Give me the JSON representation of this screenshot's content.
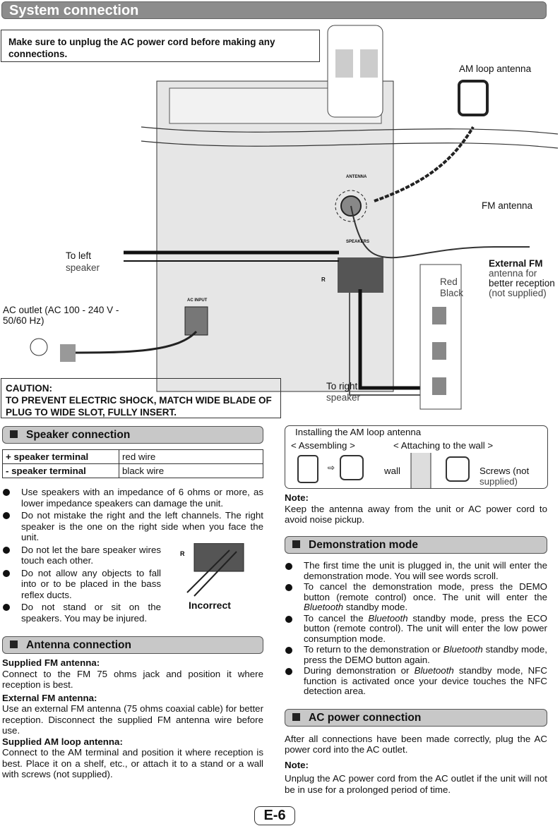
{
  "title": "System connection",
  "warning": "Make sure to unplug the AC power cord before making any connections.",
  "caution": {
    "title": "CAUTION:",
    "text": "TO PREVENT ELECTRIC SHOCK, MATCH WIDE BLADE OF PLUG TO WIDE SLOT, FULLY INSERT."
  },
  "diagram": {
    "am_loop": "AM loop antenna",
    "fm_antenna": "FM antenna",
    "to_left": "To left",
    "speaker": "speaker",
    "to_right": "To right",
    "ac_outlet": "AC outlet (AC 100 - 240 V - 50/60 Hz)",
    "ext_fm_title": "External FM",
    "ext_fm_line2": "antenna for",
    "ext_fm_line3": "better reception",
    "ext_fm_line4": "(not supplied)",
    "red": "Red",
    "black": "Black",
    "antenna_panel": "ANTENNA",
    "speakers_panel": "SPEAKERS",
    "ac_input": "AC INPUT",
    "r": "R"
  },
  "speaker": {
    "heading": "Speaker connection",
    "table": [
      [
        "+ speaker terminal",
        "red wire"
      ],
      [
        "- speaker terminal",
        "black wire"
      ]
    ],
    "bullets": [
      "Use speakers with an impedance of 6 ohms or more, as lower impedance speakers can damage the unit.",
      "Do not mistake the right and the left channels. The right speaker is the one on the right side when you face the unit.",
      "Do not let the bare speaker wires touch each other.",
      "Do not allow any objects to fall into or to be placed in the bass reflex ducts.",
      "Do not stand or sit on the speakers. You may be injured."
    ],
    "incorrect": "Incorrect"
  },
  "antenna": {
    "heading": "Antenna connection",
    "fm_title": "Supplied FM antenna:",
    "fm_text": "Connect to the FM 75 ohms jack and position it where reception is best.",
    "ext_title": "External FM antenna:",
    "ext_text": "Use an external FM antenna (75 ohms coaxial cable) for better reception. Disconnect the supplied FM antenna wire before use.",
    "am_title": "Supplied AM loop antenna:",
    "am_text": "Connect to the AM terminal and position it where reception is best. Place it on a shelf, etc., or attach it to a stand or a wall with screws (not supplied)."
  },
  "am_install": {
    "title": "Installing the AM loop antenna",
    "assembling": "< Assembling >",
    "attaching": "< Attaching to the wall >",
    "wall": "wall",
    "screws": "Screws (not",
    "screws2": "supplied)"
  },
  "note1": {
    "title": "Note:",
    "text": "Keep the antenna away from the unit or AC power cord to avoid noise pickup."
  },
  "demo": {
    "heading": "Demonstration mode",
    "b1": "The first time the unit is plugged in, the unit will enter the demonstration mode. You will see words scroll.",
    "b2a": "To cancel the demonstration mode, press the DEMO button (remote control) once. The unit will enter the ",
    "bt": "Bluetooth",
    "b2b": " standby mode.",
    "b3a": "To cancel the ",
    "b3b": " standby mode, press the ECO button (remote control). The unit will enter the low power consumption mode.",
    "b4a": "To return to the demonstration or ",
    "b4b": " standby mode, press the DEMO button again.",
    "b5a": "During demonstration or ",
    "b5b": " standby mode, NFC function is activated once your device touches the NFC detection area."
  },
  "acpower": {
    "heading": "AC power connection",
    "text": "After all connections have been made correctly, plug the AC power cord into the AC outlet.",
    "note_title": "Note:",
    "note_text": "Unplug the AC power cord from the AC outlet if the unit will not be in use for a prolonged period of time."
  },
  "page": "E-6"
}
